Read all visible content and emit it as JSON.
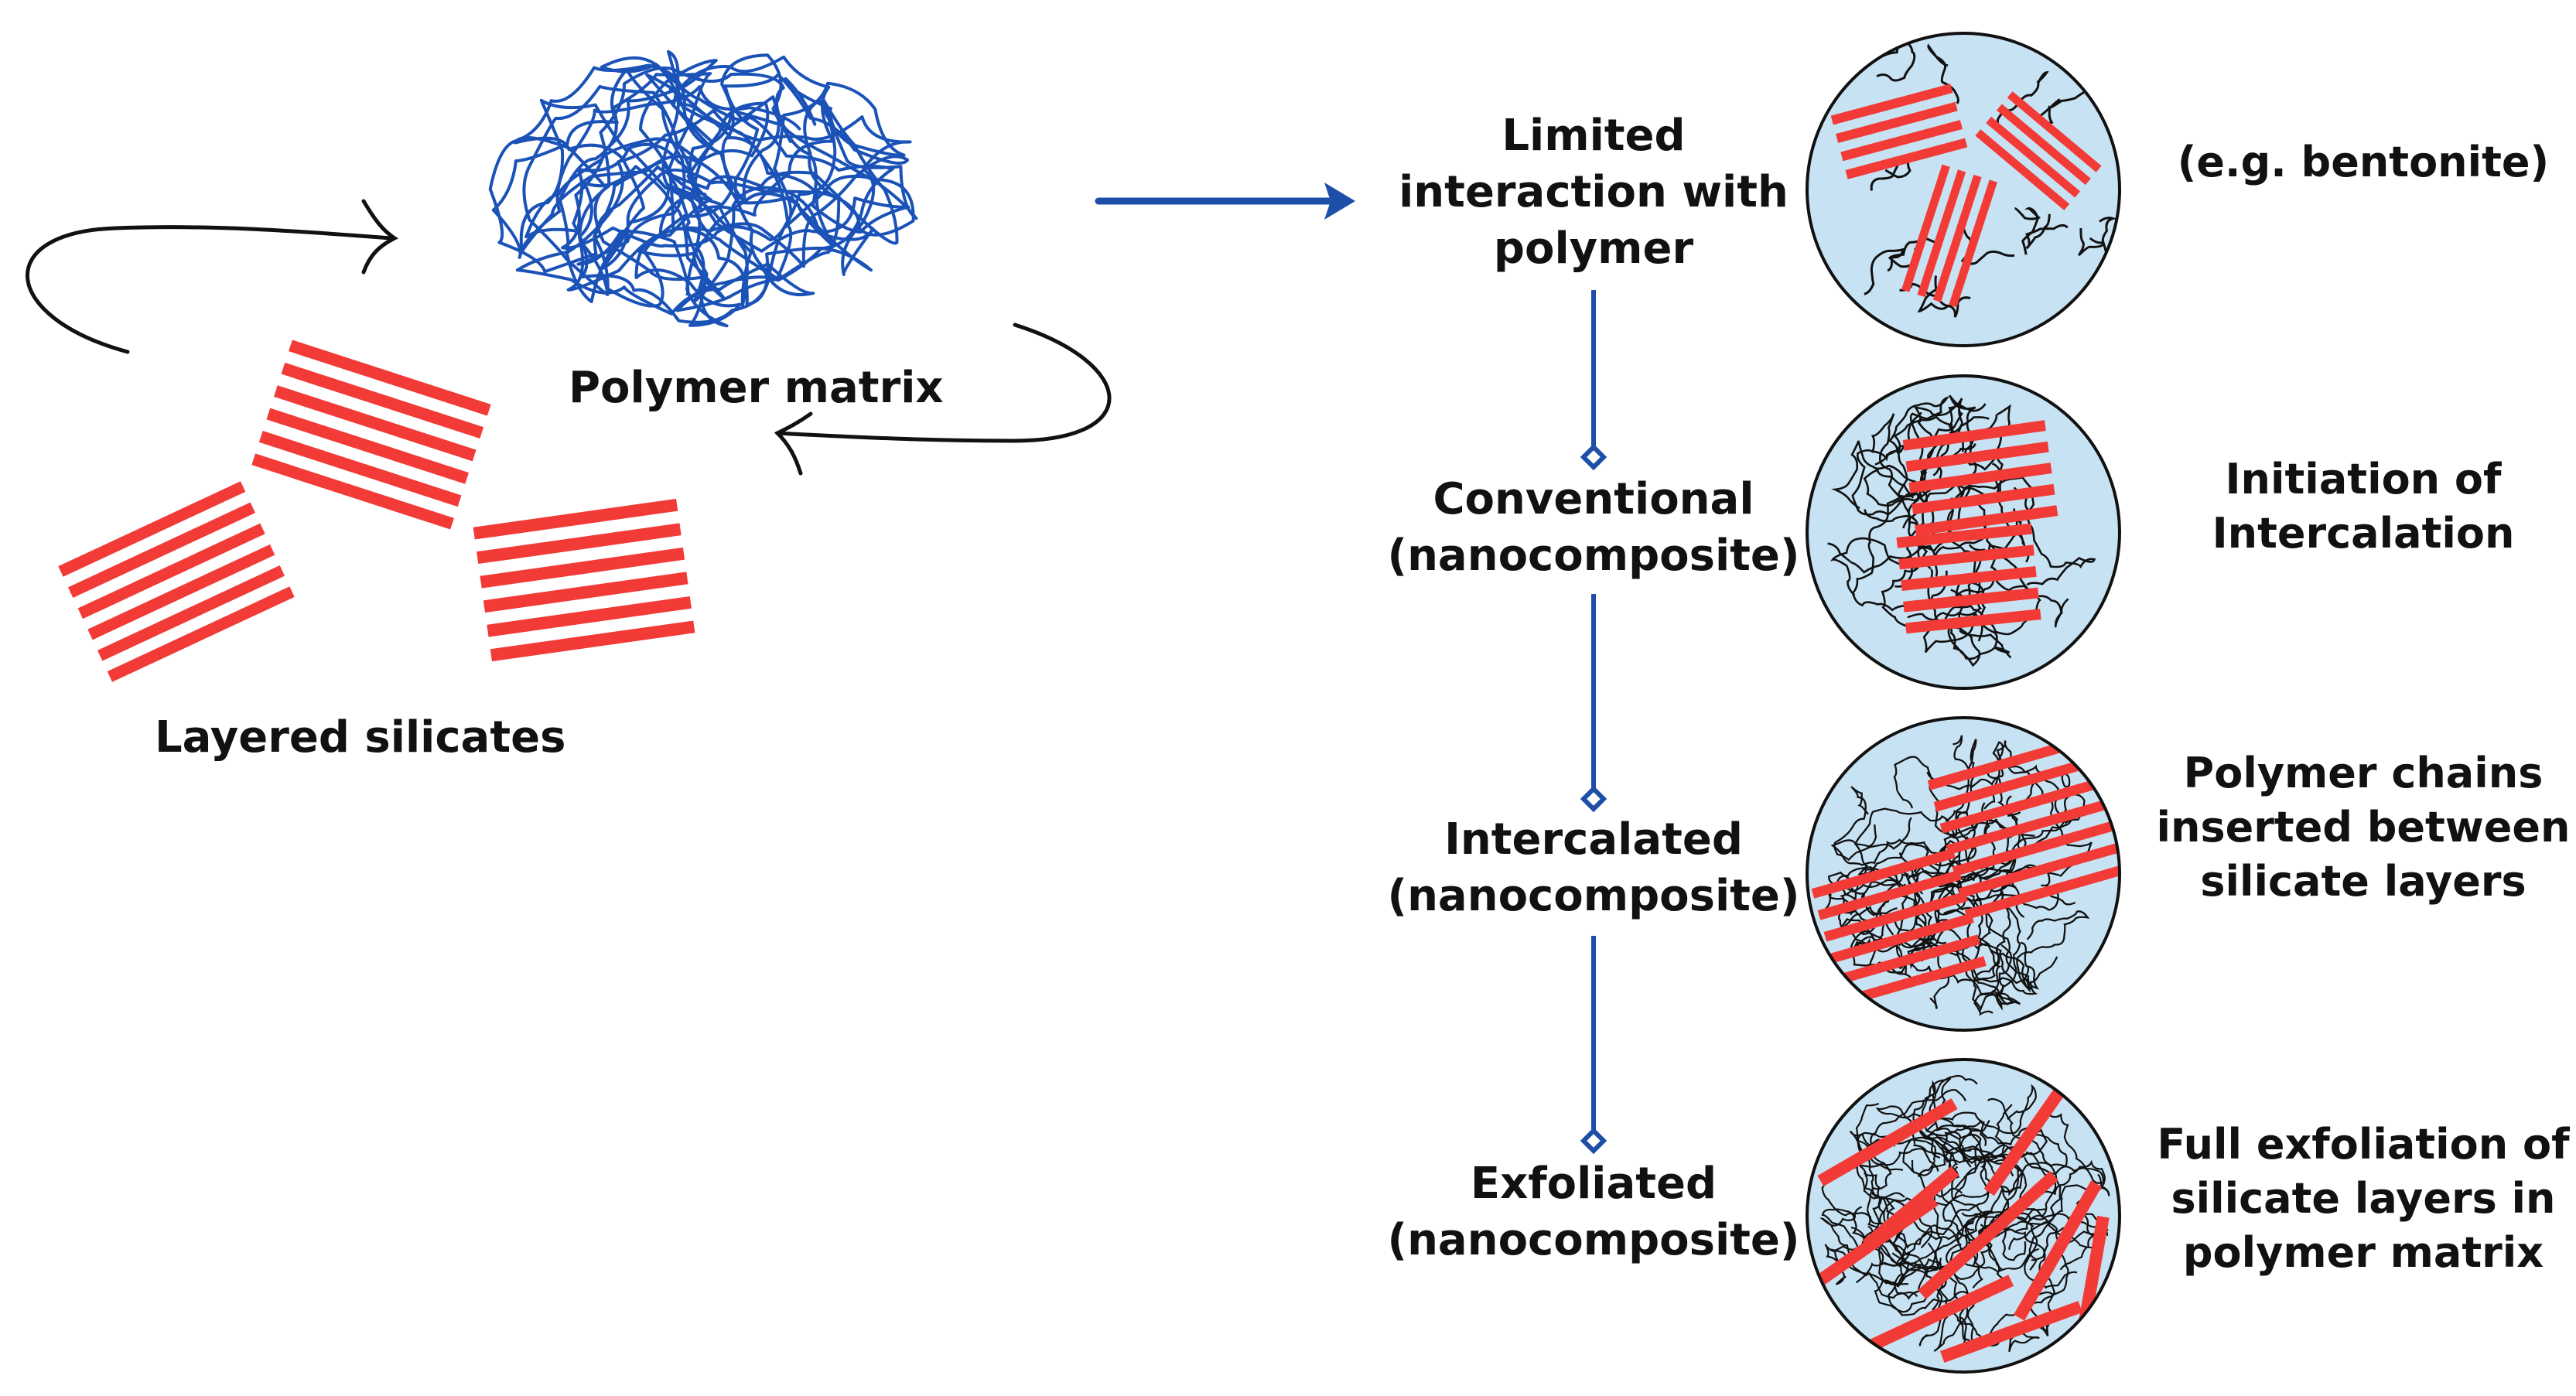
{
  "left_panel": {
    "polymer_label": "Polymer matrix",
    "silicates_label": "Layered silicates"
  },
  "stages": [
    {
      "name_lines": [
        "Limited",
        "interaction with",
        "polymer"
      ],
      "desc_lines": [
        "(e.g. bentonite)"
      ]
    },
    {
      "name_lines": [
        "Conventional",
        "(nanocomposite)"
      ],
      "desc_lines": [
        "Initiation of",
        "Intercalation"
      ]
    },
    {
      "name_lines": [
        "Intercalated",
        "(nanocomposite)"
      ],
      "desc_lines": [
        "Polymer chains",
        "inserted between",
        "silicate layers"
      ]
    },
    {
      "name_lines": [
        "Exfoliated",
        "(nanocomposite)"
      ],
      "desc_lines": [
        "Full exfoliation of",
        "silicate layers in",
        "polymer matrix"
      ]
    }
  ],
  "colors": {
    "silicate_red": "#f23a36",
    "polymer_blue": "#1a52b8",
    "flow_blue": "#1d4fa8",
    "circle_fill": "#c7e2f2",
    "text": "#111111"
  }
}
